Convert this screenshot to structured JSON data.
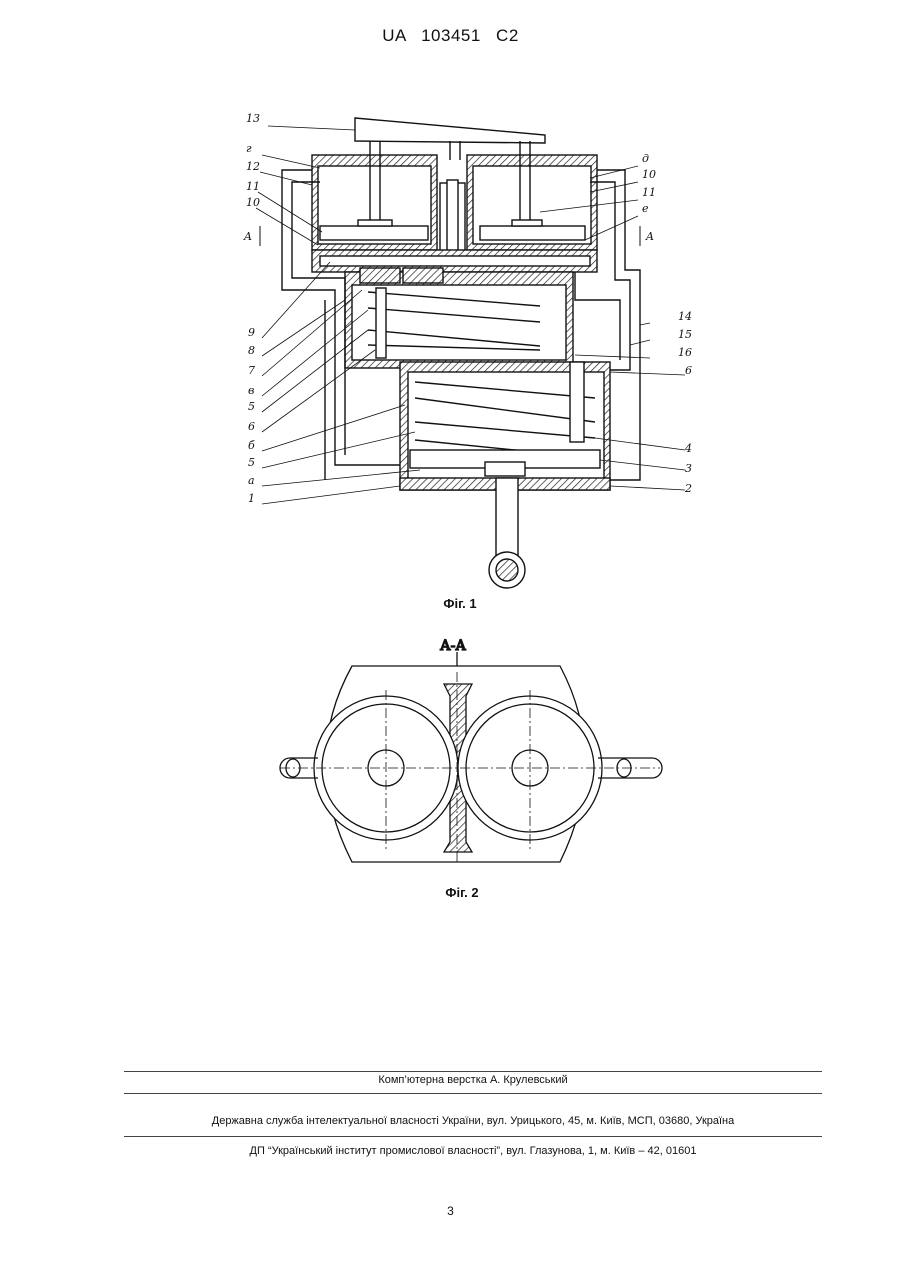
{
  "header": {
    "patent_number": "UA   103451   C2"
  },
  "figures": [
    {
      "caption": "Фіг. 1",
      "section_marks": [
        "A",
        "A"
      ],
      "part_labels_left": [
        "13",
        "г",
        "12",
        "11",
        "10",
        "9",
        "8",
        "7",
        "в",
        "5",
        "6",
        "б",
        "5",
        "а",
        "1"
      ],
      "part_labels_right": [
        "д",
        "10",
        "11",
        "е",
        "14",
        "15",
        "16",
        "6",
        "4",
        "3",
        "2"
      ]
    },
    {
      "caption": "Фіг. 2",
      "section_title": "А-А"
    }
  ],
  "footer": {
    "typesetting": "Комп’ютерна верстка А. Крулевський",
    "agency": "Державна служба інтелектуальної власності України, вул. Урицького, 45, м. Київ, МСП, 03680, Україна",
    "institute": "ДП “Український інститут промислової власності”, вул. Глазунова, 1, м. Київ – 42, 01601"
  },
  "page_number": "3"
}
